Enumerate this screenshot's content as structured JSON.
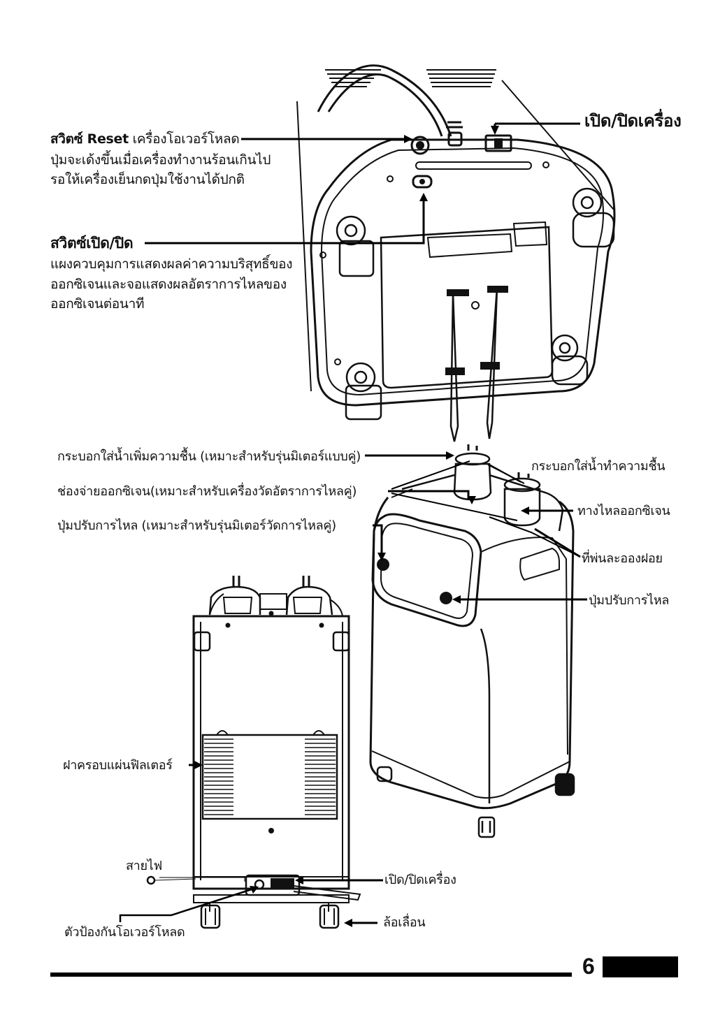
{
  "labels": {
    "power_top": "เปิด/ปิดเครื่อง",
    "reset_title_bold": "สวิตซ์ Reset",
    "reset_title_rest": " เครื่องโอเวอร์โหลด",
    "reset_line2": "ปุ่มจะเด้งขึ้นเมื่อเครื่องทำงานร้อนเกินไป",
    "reset_line3": "รอให้เครื่องเย็นกดปุ่มใช้งานได้ปกติ",
    "switch_title": "สวิตซ์เปิด/ปิด",
    "switch_line2": "แผงควบคุมการแสดงผลค่าความบริสุทธิ์ของ",
    "switch_line3": "ออกซิเจนและจอแสดงผลอัตราการไหลของ",
    "switch_line4": "ออกซิเจนต่อนาที",
    "humidifier_dual": "กระบอกใส่น้ำเพิ่มความชื้น (เหมาะสำหรับรุ่นมิเตอร์แบบคู่)",
    "outlet_dual": "ช่องจ่ายออกซิเจน(เหมาะสำหรับเครื่องวัดอัตราการไหลคู่)",
    "flow_knob_dual": "ปุ่มปรับการไหล (เหมาะสำหรับรุ่นมิเตอร์วัดการไหลคู่)",
    "humidifier": "กระบอกใส่น้ำทำความชื้น",
    "oxygen_path": "ทางไหลออกซิเจน",
    "nebulizer": "ที่พ่นละอองฝอย",
    "flow_knob": "ปุ่มปรับการไหล",
    "filter_cover": "ฝาครอบแผ่นฟิลเตอร์",
    "power_cord": "สายไฟ",
    "power_bottom": "เปิด/ปิดเครื่อง",
    "overload_protector": "ตัวป้องกันโอเวอร์โหลด",
    "caster": "ล้อเลื่อน"
  },
  "page_number": "6"
}
